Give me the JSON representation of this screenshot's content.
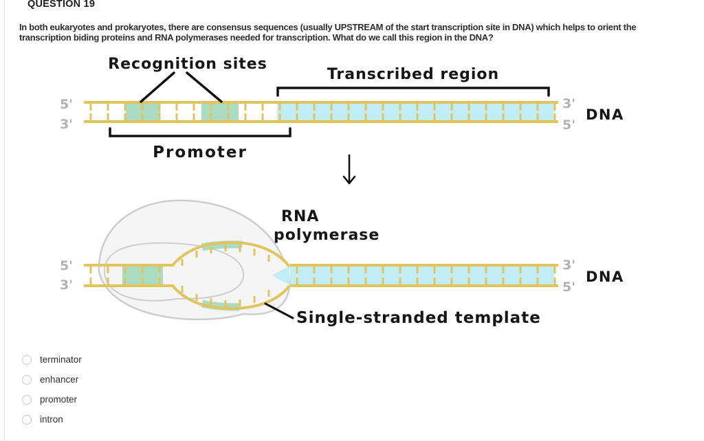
{
  "header": {
    "question_number": "QUESTION 19"
  },
  "question": {
    "text": "In both eukaryotes and prokaryotes, there are consensus sequences (usually UPSTREAM of the start transcription site in DNA) which helps to orient the transcription biding proteins and RNA polymerases needed for transcription.  What do we call this region in the DNA?"
  },
  "diagram": {
    "top": {
      "recognition_sites_label": "Recognition sites",
      "transcribed_region_label": "Transcribed region",
      "promoter_label": "Promoter",
      "left_top_end": "5'",
      "left_bottom_end": "3'",
      "right_top_end": "3'",
      "right_bottom_end": "5'",
      "dna_label": "DNA"
    },
    "bottom": {
      "rna_polymerase_line1": "RNA",
      "rna_polymerase_line2": "polymerase",
      "single_stranded_label": "Single-stranded template",
      "left_top_end": "5'",
      "left_bottom_end": "3'",
      "right_top_end": "3'",
      "right_bottom_end": "5'",
      "dna_label": "DNA"
    },
    "colors": {
      "strand": "#e0c55e",
      "recognition_site": "#abdcc2",
      "transcribed": "#c2edf7",
      "polymerase_fill": "#f5f5f5",
      "polymerase_outline": "#cdcdcd",
      "annotation": "#111111",
      "end_label": "#b2b2b2"
    }
  },
  "options": [
    "terminator",
    "enhancer",
    "promoter",
    "intron"
  ]
}
